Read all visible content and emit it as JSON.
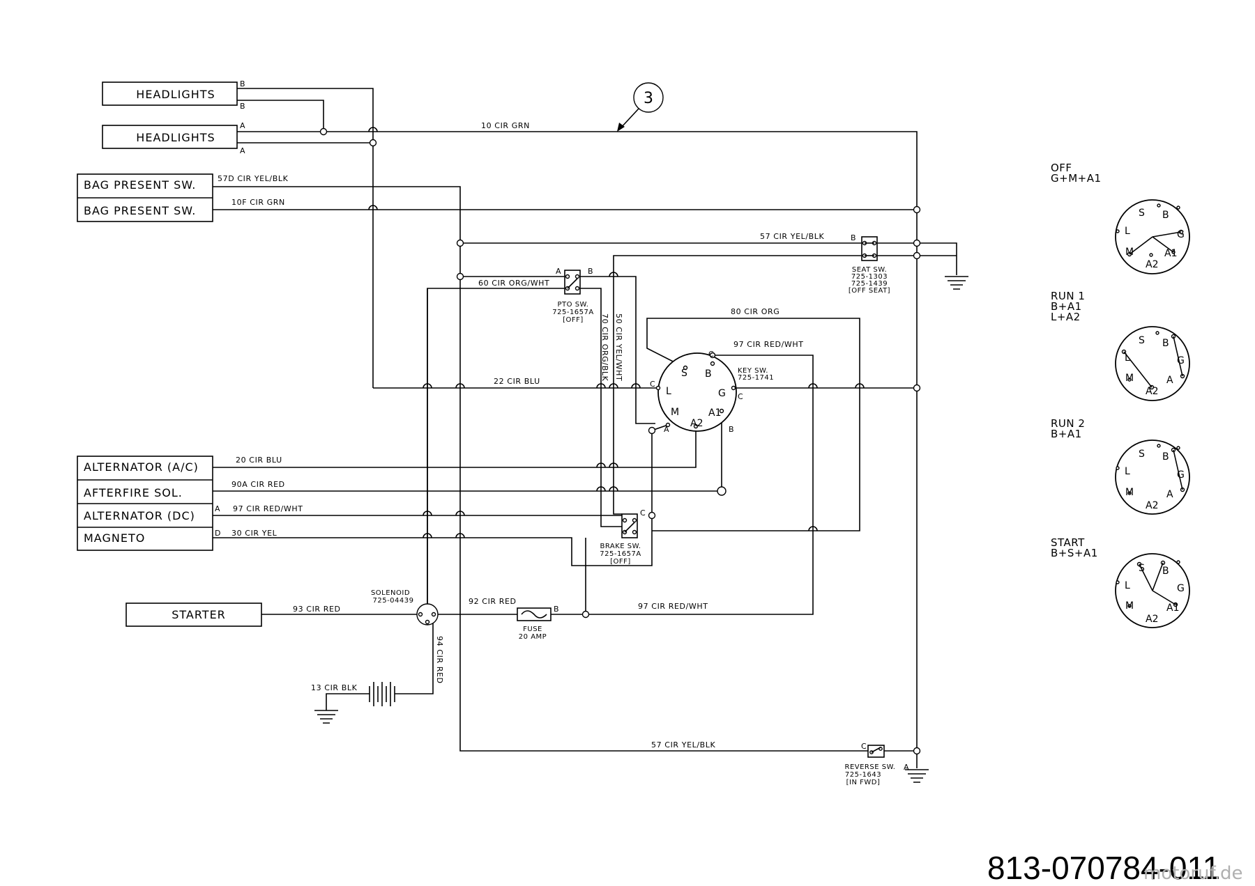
{
  "components": {
    "headlights_1": "HEADLIGHTS",
    "headlights_2": "HEADLIGHTS",
    "bag_present_1": "BAG PRESENT SW.",
    "bag_present_2": "BAG PRESENT SW.",
    "alternator_ac": "ALTERNATOR (A/C)",
    "afterfire": "AFTERFIRE SOL.",
    "alternator_dc": "ALTERNATOR (DC)",
    "magneto": "MAGNETO",
    "starter": "STARTER"
  },
  "wires": {
    "w10_grn": "10 CIR GRN",
    "w57d": "57D CIR YEL/BLK",
    "w10f": "10F CIR GRN",
    "w57_top": "57 CIR YEL/BLK",
    "w60": "60 CIR ORG/WHT",
    "w80": "80 CIR ORG",
    "w97_key": "97 CIR RED/WHT",
    "w22": "22 CIR BLU",
    "w70": "70 CIR ORG/BLK",
    "w50": "50 CIR YEL/WHT",
    "w20": "20 CIR BLU",
    "w90a": "90A CIR RED",
    "w97_alt": "97 CIR RED/WHT",
    "w30": "30 CIR YEL",
    "w93": "93 CIR RED",
    "w92": "92 CIR RED",
    "w97_fuse": "97 CIR RED/WHT",
    "w94": "94 CIR RED",
    "w13": "13 CIR BLK",
    "w57_bot": "57 CIR YEL/BLK"
  },
  "pins": {
    "hl_b1": "B",
    "hl_b2": "B",
    "hl_a1": "A",
    "hl_a2": "A",
    "alt_dc_a": "A",
    "mag_d": "D",
    "pto_a": "A",
    "pto_b": "B",
    "seat_b": "B",
    "brake_c": "C",
    "fuse_b": "B",
    "key_c_top": "C",
    "key_c_left": "C",
    "key_c_right": "C",
    "key_a": "A",
    "key_b": "B",
    "rev_c": "C",
    "rev_a": "A"
  },
  "switches": {
    "pto": {
      "line1": "PTO SW.",
      "line2": "725-1657A",
      "line3": "[OFF]"
    },
    "seat": {
      "line1": "SEAT SW.",
      "line2": "725-1303",
      "line3": "725-1439",
      "line4": "[OFF SEAT]"
    },
    "key": {
      "line1": "KEY SW.",
      "line2": "725-1741"
    },
    "brake": {
      "line1": "BRAKE SW.",
      "line2": "725-1657A",
      "line3": "[OFF]"
    },
    "solenoid": {
      "line1": "SOLENOID",
      "line2": "725-04439"
    },
    "fuse": {
      "line1": "FUSE",
      "line2": "20 AMP"
    },
    "reverse": {
      "line1": "REVERSE SW.",
      "line2": "725-1643",
      "line3": "[IN FWD]"
    }
  },
  "key_terminals": {
    "s": "S",
    "b": "B",
    "l": "L",
    "g": "G",
    "m": "M",
    "a1": "A1",
    "a2": "A2"
  },
  "callout": "3",
  "positions": [
    {
      "name": "OFF",
      "line2": "G+M+A1",
      "line3": ""
    },
    {
      "name": "RUN 1",
      "line2": "B+A1",
      "line3": "L+A2"
    },
    {
      "name": "RUN 2",
      "line2": "B+A1",
      "line3": ""
    },
    {
      "name": "START",
      "line2": "B+S+A1",
      "line3": ""
    }
  ],
  "part_number": "813-070784-011",
  "watermark": "motoruf.de"
}
